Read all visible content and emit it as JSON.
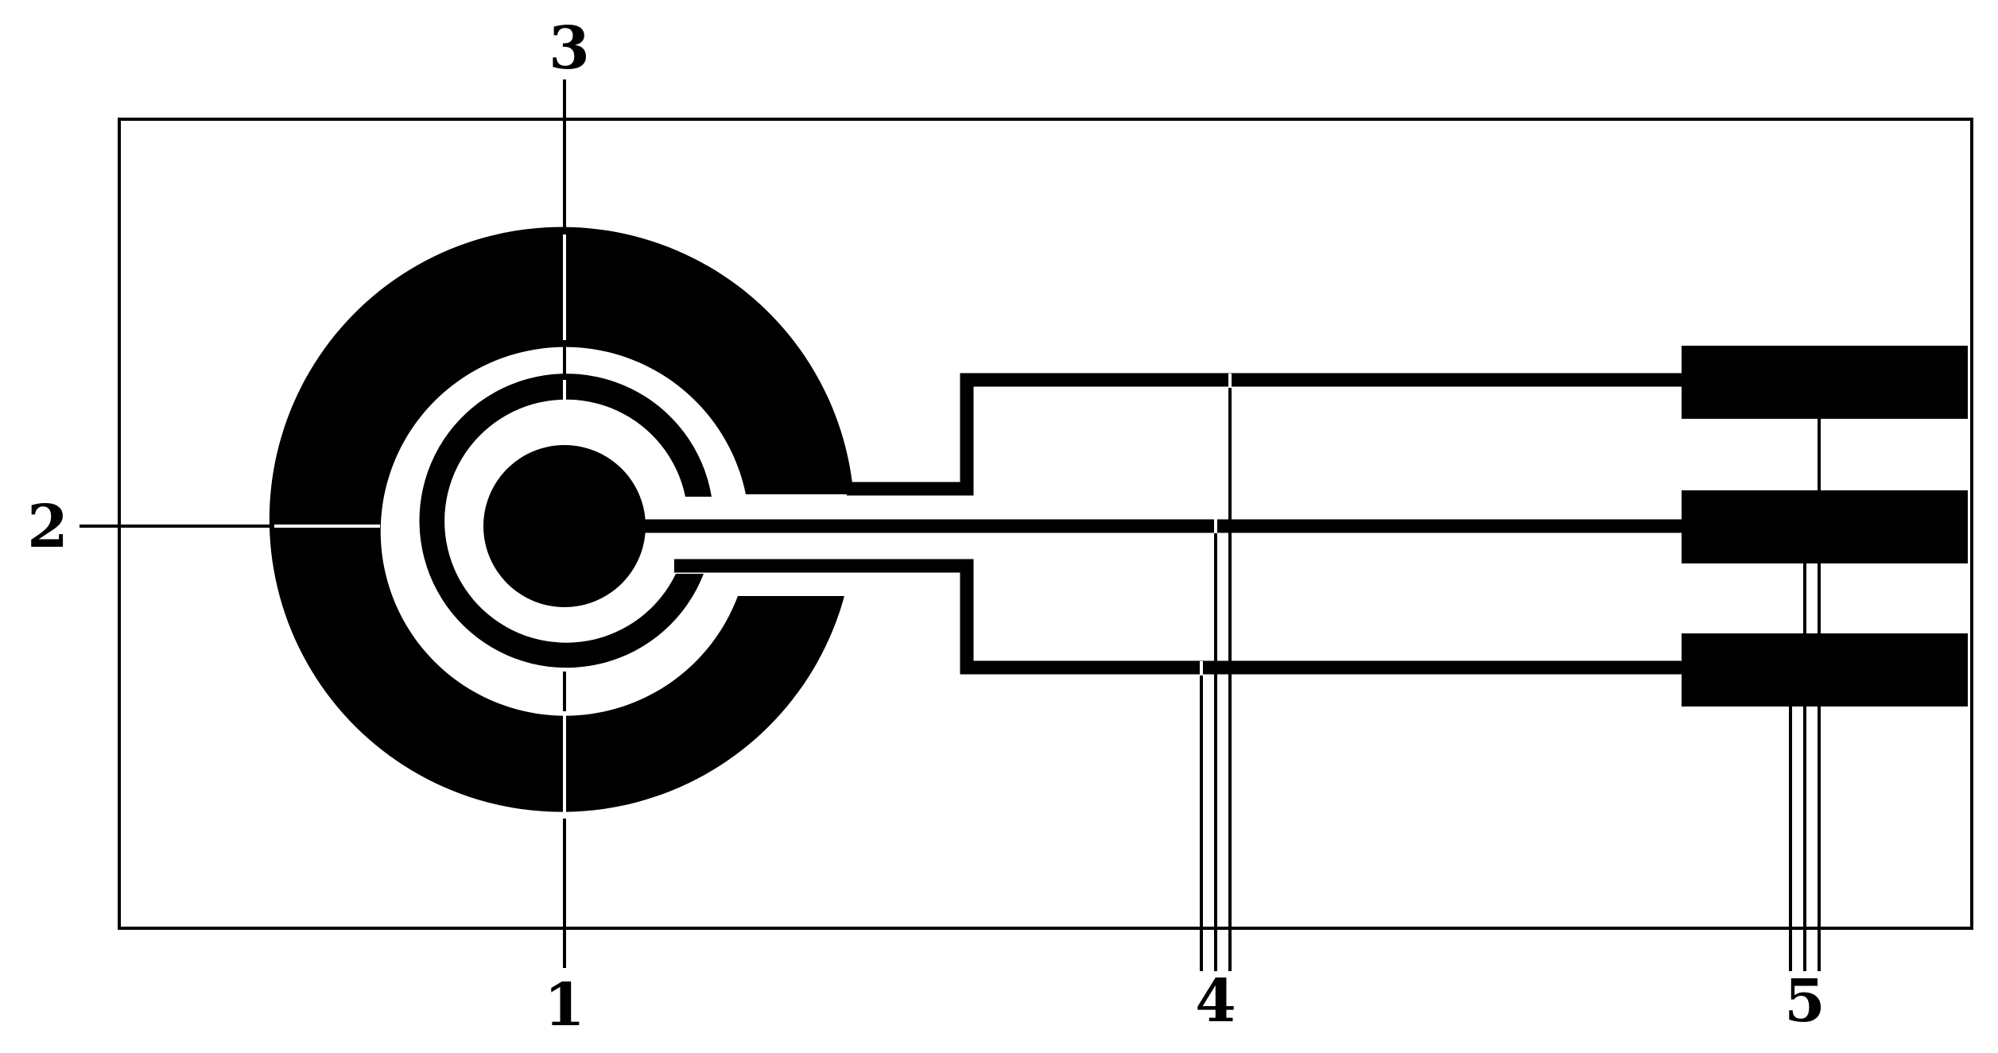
{
  "figure": {
    "background": "#ffffff",
    "ink": "#000000",
    "labels": {
      "label_1": "1",
      "label_2": "2",
      "label_3": "3",
      "label_4": "4",
      "label_5": "5"
    }
  }
}
